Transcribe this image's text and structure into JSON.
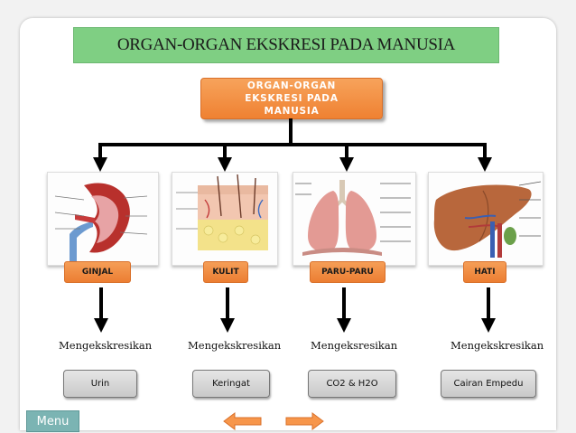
{
  "title": "ORGAN-ORGAN EKSKRESI PADA MANUSIA",
  "root": "ORGAN-ORGAN EKSKRESI PADA MANUSIA",
  "organs": [
    {
      "label": "GINJAL",
      "verb": "Mengekskresikan",
      "result": "Urin",
      "image": "kidney-diagram"
    },
    {
      "label": "KULIT",
      "verb": "Mengekskresikan",
      "result": "Keringat",
      "image": "skin-cross-section"
    },
    {
      "label": "PARU-PARU",
      "verb": "Mengeksresikan",
      "result": "CO2 & H2O",
      "image": "lungs-diagram"
    },
    {
      "label": "HATI",
      "verb": "Mengekskresikan",
      "result": "Cairan Empedu",
      "image": "liver-diagram"
    }
  ],
  "nav": {
    "menu_label": "Menu",
    "prev_icon": "arrow-left-icon",
    "next_icon": "arrow-right-icon"
  },
  "colors": {
    "title_bg": "#7fcf83",
    "orange": "#ef8132",
    "result_bg": "#d4d4d4",
    "menu_bg": "#7bb4b3"
  }
}
